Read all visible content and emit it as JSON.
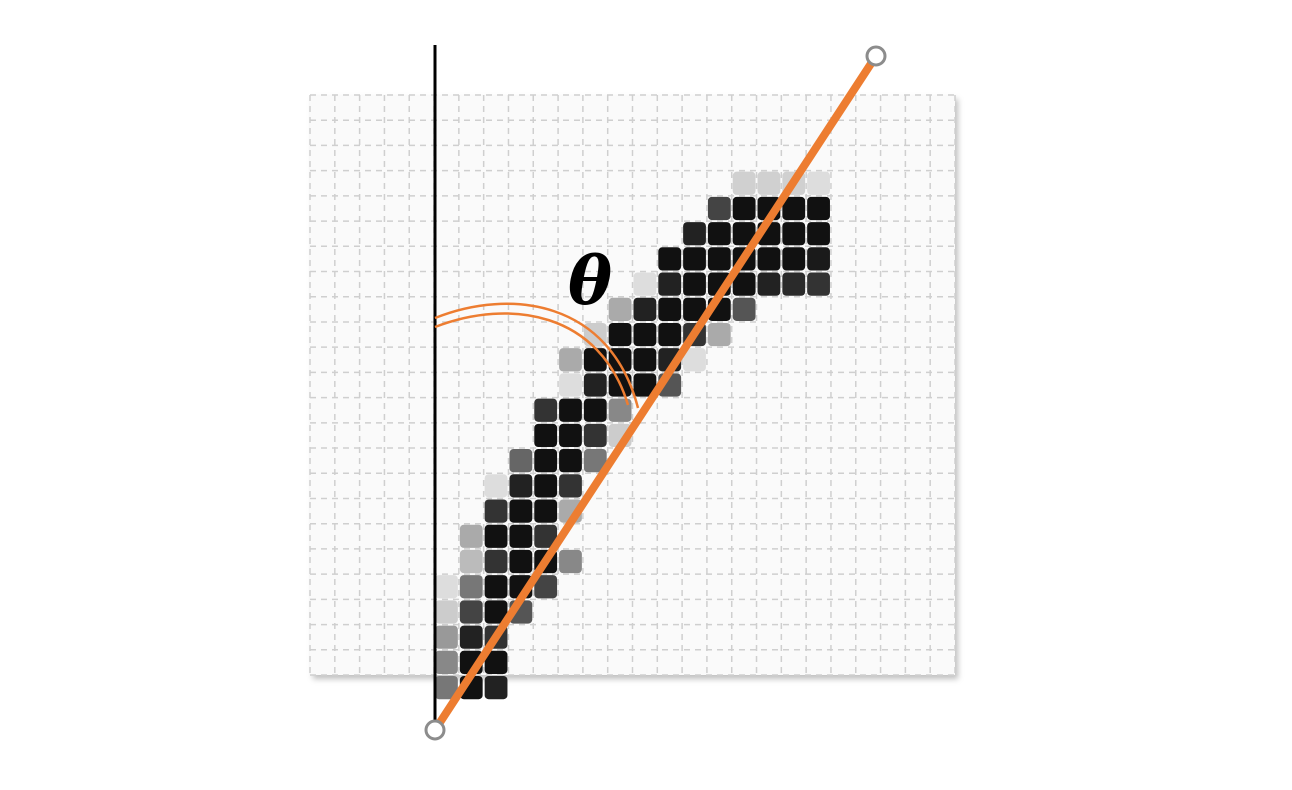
{
  "figure": {
    "angle_symbol": "θ"
  },
  "grid": {
    "columns": 26,
    "rows": 23,
    "pixels": [
      [
        7,
        17,
        "#d0d0d0"
      ],
      [
        7,
        18,
        "#d0d0d0"
      ],
      [
        7,
        19,
        "#d0d0d0"
      ],
      [
        7,
        20,
        "#dddddd"
      ],
      [
        8,
        16,
        "#444444"
      ],
      [
        8,
        17,
        "#111111"
      ],
      [
        8,
        18,
        "#111111"
      ],
      [
        8,
        19,
        "#111111"
      ],
      [
        8,
        20,
        "#111111"
      ],
      [
        9,
        15,
        "#222222"
      ],
      [
        9,
        16,
        "#111111"
      ],
      [
        9,
        17,
        "#111111"
      ],
      [
        9,
        18,
        "#111111"
      ],
      [
        9,
        19,
        "#111111"
      ],
      [
        9,
        20,
        "#111111"
      ],
      [
        10,
        14,
        "#111111"
      ],
      [
        10,
        15,
        "#111111"
      ],
      [
        10,
        16,
        "#111111"
      ],
      [
        10,
        17,
        "#111111"
      ],
      [
        10,
        18,
        "#111111"
      ],
      [
        10,
        19,
        "#111111"
      ],
      [
        10,
        20,
        "#1a1a1a"
      ],
      [
        11,
        13,
        "#dddddd"
      ],
      [
        11,
        14,
        "#222222"
      ],
      [
        11,
        15,
        "#111111"
      ],
      [
        11,
        16,
        "#111111"
      ],
      [
        11,
        17,
        "#111111"
      ],
      [
        11,
        18,
        "#222222"
      ],
      [
        11,
        19,
        "#2a2a2a"
      ],
      [
        11,
        20,
        "#333333"
      ],
      [
        12,
        12,
        "#aaaaaa"
      ],
      [
        12,
        13,
        "#222222"
      ],
      [
        12,
        14,
        "#111111"
      ],
      [
        12,
        15,
        "#111111"
      ],
      [
        12,
        16,
        "#111111"
      ],
      [
        12,
        17,
        "#555555"
      ],
      [
        13,
        11,
        "#cccccc"
      ],
      [
        13,
        12,
        "#111111"
      ],
      [
        13,
        13,
        "#111111"
      ],
      [
        13,
        14,
        "#111111"
      ],
      [
        13,
        15,
        "#333333"
      ],
      [
        13,
        16,
        "#aaaaaa"
      ],
      [
        14,
        10,
        "#aaaaaa"
      ],
      [
        14,
        11,
        "#111111"
      ],
      [
        14,
        12,
        "#111111"
      ],
      [
        14,
        13,
        "#111111"
      ],
      [
        14,
        14,
        "#222222"
      ],
      [
        14,
        15,
        "#dddddd"
      ],
      [
        15,
        10,
        "#dddddd"
      ],
      [
        15,
        11,
        "#222222"
      ],
      [
        15,
        12,
        "#111111"
      ],
      [
        15,
        13,
        "#111111"
      ],
      [
        15,
        14,
        "#555555"
      ],
      [
        16,
        9,
        "#333333"
      ],
      [
        16,
        10,
        "#111111"
      ],
      [
        16,
        11,
        "#111111"
      ],
      [
        16,
        12,
        "#888888"
      ],
      [
        17,
        9,
        "#111111"
      ],
      [
        17,
        10,
        "#111111"
      ],
      [
        17,
        11,
        "#333333"
      ],
      [
        17,
        12,
        "#cccccc"
      ],
      [
        18,
        8,
        "#666666"
      ],
      [
        18,
        9,
        "#111111"
      ],
      [
        18,
        10,
        "#111111"
      ],
      [
        18,
        11,
        "#777777"
      ],
      [
        19,
        7,
        "#dddddd"
      ],
      [
        19,
        8,
        "#222222"
      ],
      [
        19,
        9,
        "#111111"
      ],
      [
        19,
        10,
        "#333333"
      ],
      [
        20,
        7,
        "#333333"
      ],
      [
        20,
        8,
        "#111111"
      ],
      [
        20,
        9,
        "#111111"
      ],
      [
        20,
        10,
        "#aaaaaa"
      ],
      [
        21,
        6,
        "#aaaaaa"
      ],
      [
        21,
        7,
        "#111111"
      ],
      [
        21,
        8,
        "#111111"
      ],
      [
        21,
        9,
        "#333333"
      ],
      [
        22,
        6,
        "#bbbbbb"
      ],
      [
        22,
        7,
        "#333333"
      ],
      [
        22,
        8,
        "#111111"
      ],
      [
        22,
        9,
        "#111111"
      ],
      [
        22,
        10,
        "#888888"
      ],
      [
        23,
        5,
        "#dddddd"
      ],
      [
        23,
        6,
        "#777777"
      ],
      [
        23,
        7,
        "#111111"
      ],
      [
        23,
        8,
        "#111111"
      ],
      [
        23,
        9,
        "#444444"
      ],
      [
        24,
        5,
        "#cccccc"
      ],
      [
        24,
        6,
        "#444444"
      ],
      [
        24,
        7,
        "#111111"
      ],
      [
        24,
        8,
        "#555555"
      ],
      [
        25,
        5,
        "#999999"
      ],
      [
        25,
        6,
        "#222222"
      ],
      [
        25,
        7,
        "#333333"
      ],
      [
        26,
        5,
        "#888888"
      ],
      [
        26,
        6,
        "#111111"
      ],
      [
        26,
        7,
        "#111111"
      ],
      [
        27,
        5,
        "#777777"
      ],
      [
        27,
        6,
        "#111111"
      ],
      [
        27,
        7,
        "#222222"
      ]
    ]
  },
  "colors": {
    "estimated_line": "#ed7d31",
    "reference_line": "#000000",
    "endpoint_stroke": "#8c8c8c",
    "grid_dash": "#cfcfcf",
    "grid_background": "#fafafa"
  }
}
